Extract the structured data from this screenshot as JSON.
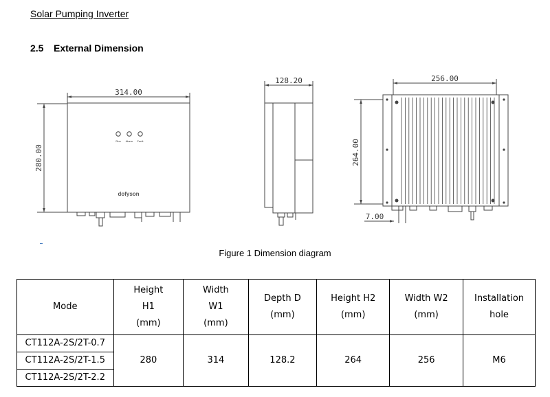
{
  "header": {
    "title": "Solar Pumping Inverter"
  },
  "section": {
    "number": "2.5",
    "title": "External Dimension"
  },
  "figure": {
    "caption": "Figure 1 Dimension diagram",
    "front": {
      "width": "314.00",
      "height": "280.00",
      "indicators": [
        "Run",
        "Alarm",
        "Fault"
      ],
      "logo": "dofyson"
    },
    "side": {
      "depth": "128.20"
    },
    "back": {
      "width": "256.00",
      "height": "264.00",
      "offset": "7.00"
    }
  },
  "table": {
    "headers": {
      "mode": "Mode",
      "h1": [
        "Height",
        "H1",
        "(mm)"
      ],
      "w1": [
        "Width",
        "W1",
        "(mm)"
      ],
      "d": [
        "Depth D",
        "(mm)"
      ],
      "h2": [
        "Height H2",
        "(mm)"
      ],
      "w2": [
        "Width W2",
        "(mm)"
      ],
      "hole": [
        "Installation",
        "hole"
      ]
    },
    "models": [
      "CT112A-2S/2T-0.7",
      "CT112A-2S/2T-1.5",
      "CT112A-2S/2T-2.2"
    ],
    "values": {
      "h1": "280",
      "w1": "314",
      "d": "128.2",
      "h2": "264",
      "w2": "256",
      "hole": "M6"
    }
  }
}
